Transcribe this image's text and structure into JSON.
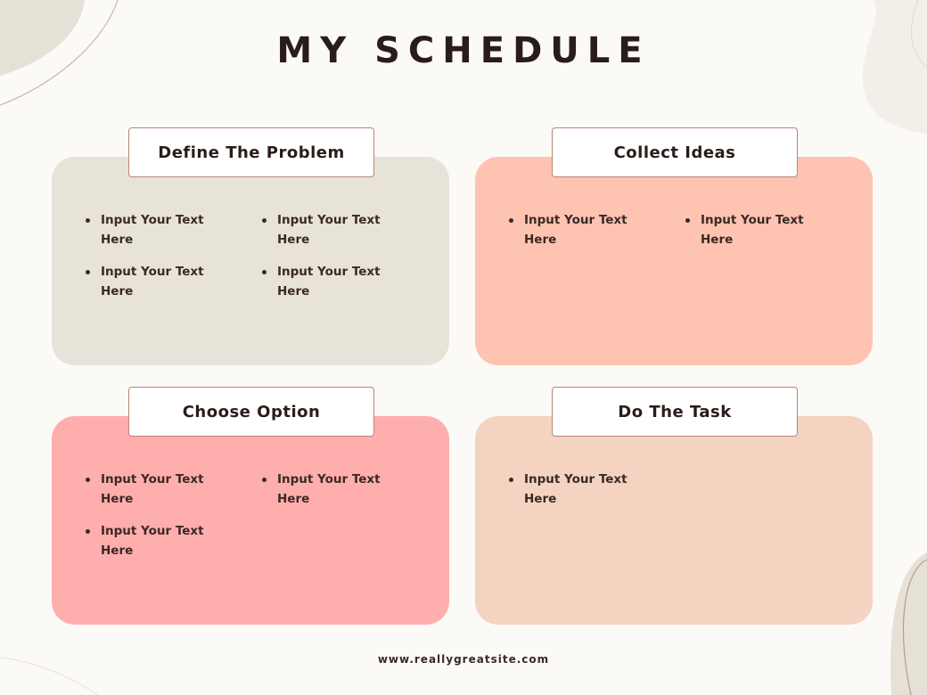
{
  "title": "MY SCHEDULE",
  "colors": {
    "background": "#fbfaf6",
    "card_1": "#e8e3d9",
    "card_2": "#fec3b1",
    "card_3": "#ffaeae",
    "card_4": "#f4d3c0",
    "header_border": "#b88478",
    "text": "#2a1c18"
  },
  "cards": [
    {
      "header": "Define The Problem",
      "items": [
        "Input Your Text Here",
        "Input Your Text Here",
        "Input Your Text Here",
        "Input Your Text Here"
      ]
    },
    {
      "header": "Collect Ideas",
      "items": [
        "Input Your Text Here",
        "Input Your Text Here"
      ]
    },
    {
      "header": "Choose Option",
      "items": [
        "Input Your Text Here",
        "Input Your Text Here",
        "Input Your Text Here"
      ]
    },
    {
      "header": "Do The Task",
      "items": [
        "Input Your Text Here"
      ]
    }
  ],
  "footer": "www.reallygreatsite.com"
}
